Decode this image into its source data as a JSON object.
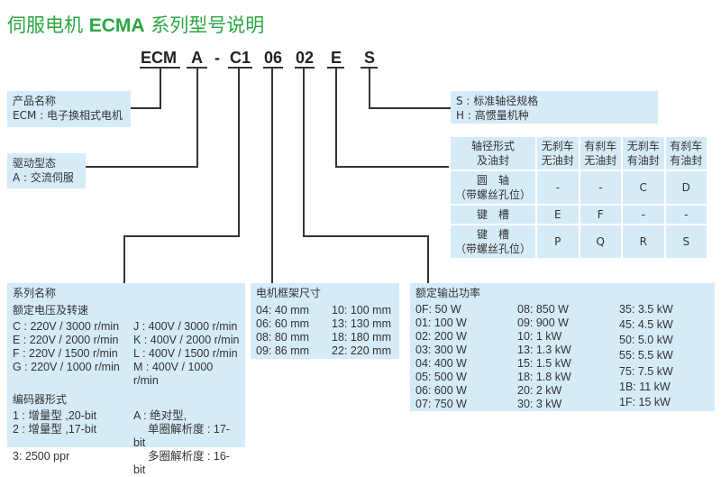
{
  "title": {
    "prefix": "伺服电机 ",
    "bold": "ECMA",
    "suffix": " 系列型号说明"
  },
  "code": [
    "ECM",
    "A",
    "-",
    "C1",
    "06",
    "02",
    "E",
    "S"
  ],
  "product": {
    "heading": "产品名称",
    "value": "ECM : 电子换相式电机"
  },
  "drive": {
    "heading": "驱动型态",
    "value": "A : 交流伺服"
  },
  "shaft_spec": [
    "S : 标准轴径规格",
    "H : 高惯量机种"
  ],
  "shaft_table": {
    "header": [
      "轴径形式\n及油封",
      "无刹车\n无油封",
      "有刹车\n无油封",
      "无刹车\n有油封",
      "有刹车\n有油封"
    ],
    "rows": [
      [
        "圆　轴\n（带螺丝孔位）",
        "-",
        "-",
        "C",
        "D"
      ],
      [
        "键　槽",
        "E",
        "F",
        "-",
        "-"
      ],
      [
        "键　槽\n（带螺丝孔位）",
        "P",
        "Q",
        "R",
        "S"
      ]
    ]
  },
  "series": {
    "heading": "系列名称",
    "sub": "额定电压及转速",
    "items": [
      "C : 220V / 3000 r/min",
      "J : 400V / 3000 r/min",
      "E : 220V / 2000 r/min",
      "K : 400V / 2000 r/min",
      "F : 220V / 1500 r/min",
      "L : 400V / 1500 r/min",
      "G : 220V / 1000 r/min",
      "M : 400V / 1000 r/min"
    ],
    "encoder_heading": "编码器形式",
    "encoder": [
      "1 : 增量型 ,20-bit",
      "A : 绝对型,",
      "2 : 增量型 ,17-bit",
      "　 单圈解析度 : 17-bit",
      "3:  2500 ppr",
      "　 多圈解析度 : 16-bit"
    ]
  },
  "frame": {
    "heading": "电机框架尺寸",
    "items": [
      "04:  40 mm",
      "10:  100 mm",
      "06:  60 mm",
      "13:  130 mm",
      "08:  80 mm",
      "18:  180 mm",
      "09:  86 mm",
      "22:  220 mm"
    ]
  },
  "power": {
    "heading": "额定输出功率",
    "cols": [
      [
        "0F:  50 W",
        "01:  100 W",
        "02:  200 W",
        "03:  300 W",
        "04:  400 W",
        "05:  500 W",
        "06:  600 W",
        "07:  750 W"
      ],
      [
        "08:  850 W",
        "09:  900 W",
        "10:  1 kW",
        "13:  1.3 kW",
        "15:  1.5 kW",
        "18:  1.8 kW",
        "20:  2 kW",
        "30:  3 kW"
      ],
      [
        "35:  3.5 kW",
        "45:  4.5 kW",
        "50:  5.0 kW",
        "55:  5.5 kW",
        "75:  7.5 kW",
        "1B:  11 kW",
        "1F:  15 kW"
      ]
    ]
  }
}
